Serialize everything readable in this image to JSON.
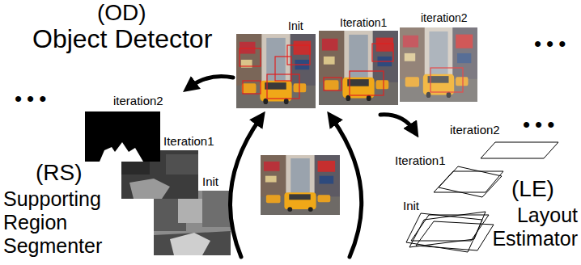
{
  "diagram": {
    "labels": [
      "(OD)",
      "Object Detector",
      "Init",
      "Iteration1",
      "iteration2",
      "•••",
      "iteration2",
      "•••",
      "Iteration1",
      "Init",
      "(RS)",
      "Supporting Region Segmenter",
      "iteration2",
      "•••",
      "Iteration1",
      "Init",
      "(LE)",
      "Layout Estimator"
    ]
  }
}
